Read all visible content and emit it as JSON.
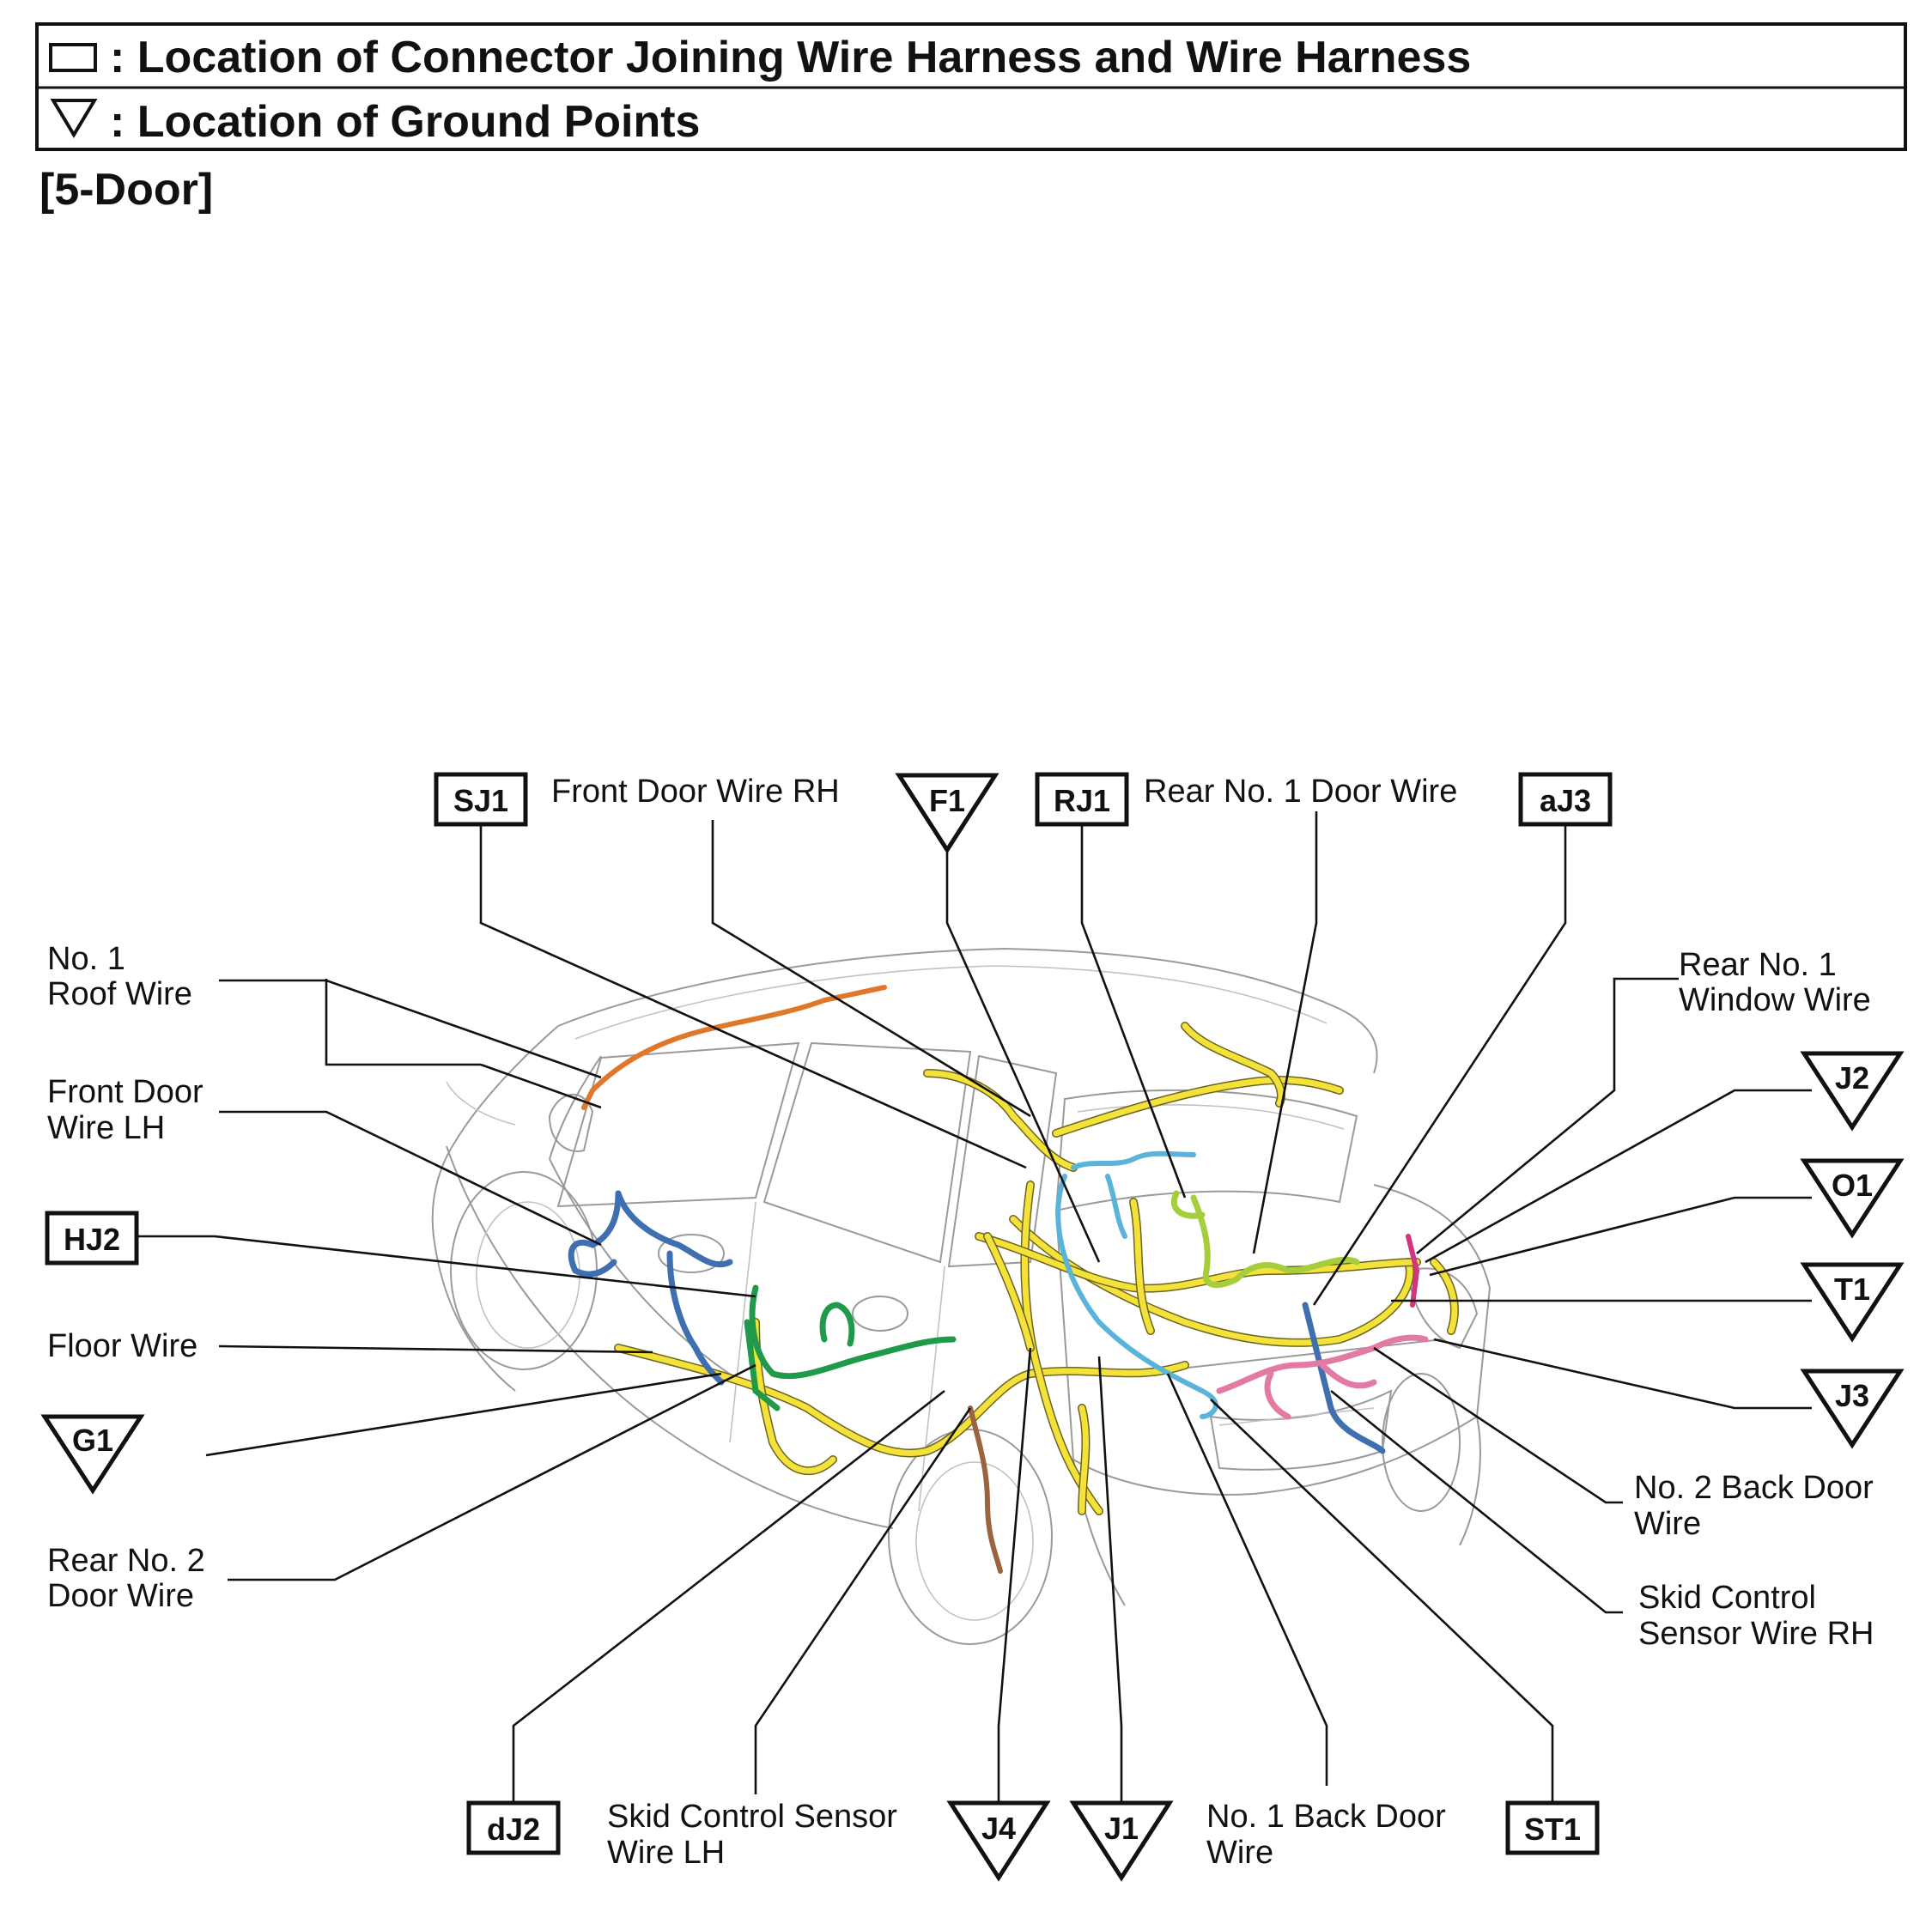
{
  "legend": {
    "connector_text": ": Location of Connector Joining Wire Harness and Wire Harness",
    "ground_text": ": Location of Ground Points",
    "connector_symbol": "rectangle",
    "ground_symbol": "triangle"
  },
  "variant": "[5-Door]",
  "connectors": {
    "SJ1": "SJ1",
    "RJ1": "RJ1",
    "aJ3": "aJ3",
    "HJ2": "HJ2",
    "dJ2": "dJ2",
    "ST1": "ST1"
  },
  "grounds": {
    "F1": "F1",
    "J2": "J2",
    "O1": "O1",
    "T1": "T1",
    "J3": "J3",
    "G1": "G1",
    "J4": "J4",
    "J1": "J1"
  },
  "labels": {
    "front_door_wire_rh": "Front Door Wire RH",
    "rear_no1_door_wire": "Rear No. 1 Door Wire",
    "no1_roof_wire": [
      "No. 1",
      "Roof Wire"
    ],
    "front_door_wire_lh": [
      "Front Door",
      "Wire LH"
    ],
    "floor_wire": "Floor Wire",
    "rear_no2_door_wire": [
      "Rear No. 2",
      "Door Wire"
    ],
    "rear_no1_window_wire": [
      "Rear No. 1",
      "Window Wire"
    ],
    "no2_back_door_wire": [
      "No. 2 Back Door",
      "Wire"
    ],
    "skid_control_sensor_wire_rh": [
      "Skid Control",
      "Sensor Wire RH"
    ],
    "skid_control_sensor_wire_lh": [
      "Skid Control Sensor",
      "Wire LH"
    ],
    "no1_back_door_wire": [
      "No. 1 Back Door",
      "Wire"
    ]
  },
  "colors": {
    "yellow_harness": "#f4e23a",
    "green_harness": "#1f9a4a",
    "lime_harness": "#a6cd3c",
    "blue_harness": "#3f6fb0",
    "cyan_harness": "#5ab3d9",
    "pink_harness": "#e27aa4",
    "orange_harness": "#e0782b",
    "brown_harness": "#9a6440"
  }
}
